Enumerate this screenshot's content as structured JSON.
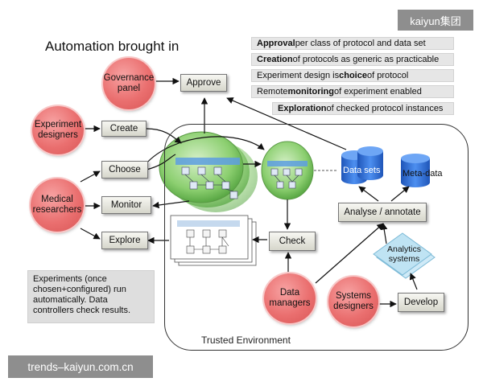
{
  "title": "Automation brought in",
  "watermarks": {
    "top_right": "kaiyun集团",
    "bottom_left": "trends–kaiyun.com.cn"
  },
  "notes": [
    {
      "bold_first": true,
      "b": "Approval",
      "rest": " per class of protocol and data set"
    },
    {
      "bold_first": true,
      "b": "Creation",
      "rest": " of protocols as generic as practicable"
    },
    {
      "bold_first": false,
      "pre": "Experiment design is ",
      "b": "choice",
      "rest": " of protocol"
    },
    {
      "bold_first": false,
      "pre": "Remote ",
      "b": "monitoring",
      "rest": " of experiment enabled"
    },
    {
      "bold_first": true,
      "b": "Exploration",
      "rest": " of checked protocol instances"
    }
  ],
  "roles": {
    "governance": "Governance panel",
    "experiment_designers": "Experiment designers",
    "medical_researchers": "Medical researchers",
    "data_managers": "Data managers",
    "systems_designers": "Systems designers"
  },
  "actions": {
    "approve": "Approve",
    "create": "Create",
    "choose": "Choose",
    "monitor": "Monitor",
    "explore": "Explore",
    "check": "Check",
    "develop": "Develop",
    "analyse": "Analyse / annotate"
  },
  "stores": {
    "datasets": "Data sets",
    "metadata": "Meta-data",
    "analytics": "Analytics systems"
  },
  "trusted_env": "Trusted Environment",
  "info_text": "Experiments (once chosen+configured) run automatically.  Data controllers check results.",
  "colors": {
    "role_circle": "#e86a6a",
    "action_box": "#d8d8cc",
    "note_bg": "#e6e6e6",
    "cylinder": "#2f6fd8",
    "protocol_bubble": "#7cc46a",
    "analytics": "#bfe3f3"
  }
}
